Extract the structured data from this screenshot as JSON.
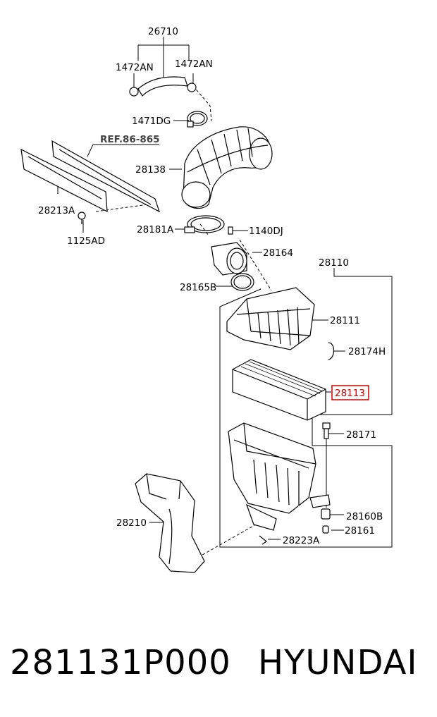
{
  "diagram": {
    "labels": {
      "p26710": "26710",
      "p1472an_left": "1472AN",
      "p1472an_right": "1472AN",
      "p1471dg": "1471DG",
      "ref": "REF.86-865",
      "p28138": "28138",
      "p28213a": "28213A",
      "p1125ad": "1125AD",
      "p28181a": "28181A",
      "p1140dj": "1140DJ",
      "p28164": "28164",
      "p28110": "28110",
      "p28165b": "28165B",
      "p28111": "28111",
      "p28174h": "28174H",
      "p28113": "28113",
      "p28171": "28171",
      "p28160b": "28160B",
      "p28210": "28210",
      "p28161": "28161",
      "p28223a": "28223A"
    },
    "highlight_color": "#cc0000"
  },
  "footer": {
    "part_number": "281131P000",
    "brand": "HYUNDAI"
  }
}
